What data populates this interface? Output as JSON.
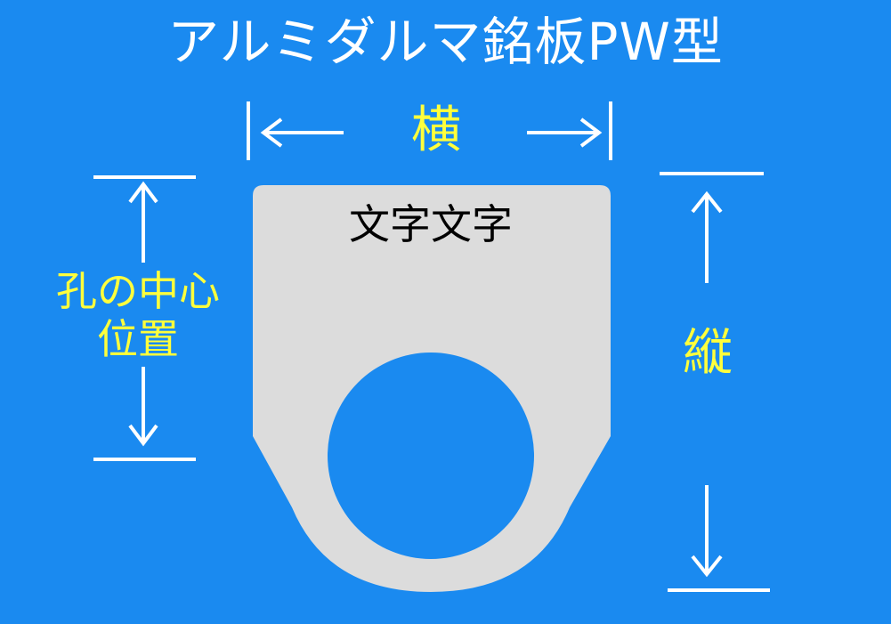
{
  "title": "アルミダルマ銘板PW型",
  "labels": {
    "width": "横",
    "hole_center_line1": "孔の中心",
    "hole_center_line2": "位置",
    "height": "縦"
  },
  "plate_text": "文字文字",
  "colors": {
    "background": "#1a8af0",
    "plate": "#dcdcdc",
    "label_yellow": "#ffff3c",
    "line_white": "#ffffff"
  }
}
